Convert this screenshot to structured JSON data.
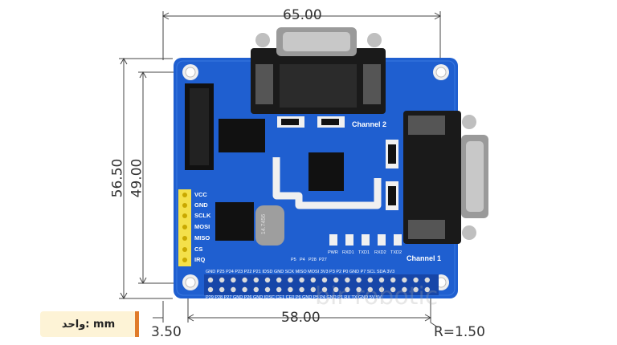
{
  "dimensions": {
    "width_total": "65.00",
    "height_total": "56.50",
    "height_inner": "49.00",
    "hole_spacing_x": "58.00",
    "hole_offset": "3.50",
    "corner_radius": "R=1.50"
  },
  "unit_label": "واحد: mm",
  "board": {
    "pins": [
      "VCC",
      "GND",
      "SCLK",
      "MOSI",
      "MISO",
      "CS",
      "IRQ"
    ],
    "channel_1": "Channel 1",
    "channel_2": "Channel 2",
    "crystal": "14.7456",
    "header_top": "GND P25 P24 P23 P22 P21 IDSD GND SCK MISO MOSI 3V3 P3 P2 P0 GND P7 SCL SDA 3V3",
    "header_bottom": "P29 P28 P27 GND P26 GND IDSC CE1 CE0 P6 GND P5 P4 GND P1 RX TX GND 5V 5V",
    "jumpers": [
      "P5",
      "P4",
      "P28",
      "P27"
    ],
    "leds": [
      "PWR",
      "RXD1",
      "TXD1",
      "RXD2",
      "TXD2"
    ]
  },
  "watermark": "bir robotic",
  "colors": {
    "pcb": "#1f5fd0",
    "pcb_dark": "#174fb3",
    "header": "#f4e04a",
    "accent": "#e07b2a"
  }
}
